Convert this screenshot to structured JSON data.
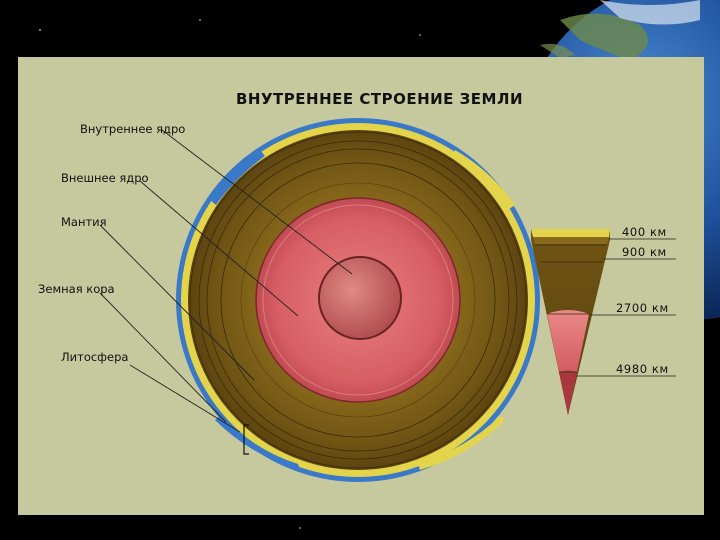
{
  "title": "ВНУТРЕННЕЕ СТРОЕНИЕ ЗЕМЛИ",
  "layers": [
    {
      "label": "Внутреннее ядро",
      "color": "#c96a6a"
    },
    {
      "label": "Внешнее ядро",
      "color": "#d9666a"
    },
    {
      "label": "Мантия",
      "color": "#7a5a16"
    },
    {
      "label": "Земная кора",
      "color": "#e8d84a"
    },
    {
      "label": "Литосфера",
      "color": "#9b7a2a"
    }
  ],
  "depths": [
    "400 км",
    "900 км",
    "2700 км",
    "4980 км"
  ],
  "colors": {
    "panel": "#c6c99d",
    "ocean": "#3a78c8",
    "crust": "#e3d44c",
    "mantle": "#6f5414",
    "outer_core": "#d75e64",
    "inner_core": "#c35b5b"
  }
}
